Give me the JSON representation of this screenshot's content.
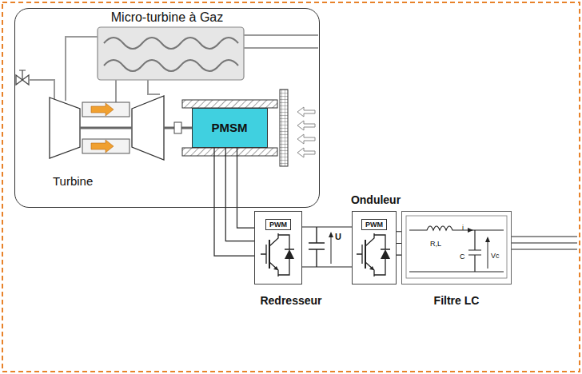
{
  "diagram": {
    "nodes": [
      {
        "text": [
          "Micro-turbine à Gaz"
        ]
      },
      {
        "text": [
          "PMSM"
        ],
        "in": 0
      },
      {
        "text": [
          "PWM",
          "Redresseur"
        ]
      },
      {
        "text": [
          "Onduleur",
          "PWM"
        ]
      },
      {
        "text": [
          "Filtre LC"
        ]
      }
    ],
    "edges": [
      {
        "from": 1,
        "to": 2,
        "arrow": "none"
      },
      {
        "from": 2,
        "to": 3,
        "arrow": "none"
      },
      {
        "from": 3,
        "to": 4,
        "arrow": "none"
      }
    ],
    "labels": [
      "Turbine",
      "U",
      "R,L",
      "i",
      "C",
      "Vc"
    ]
  }
}
